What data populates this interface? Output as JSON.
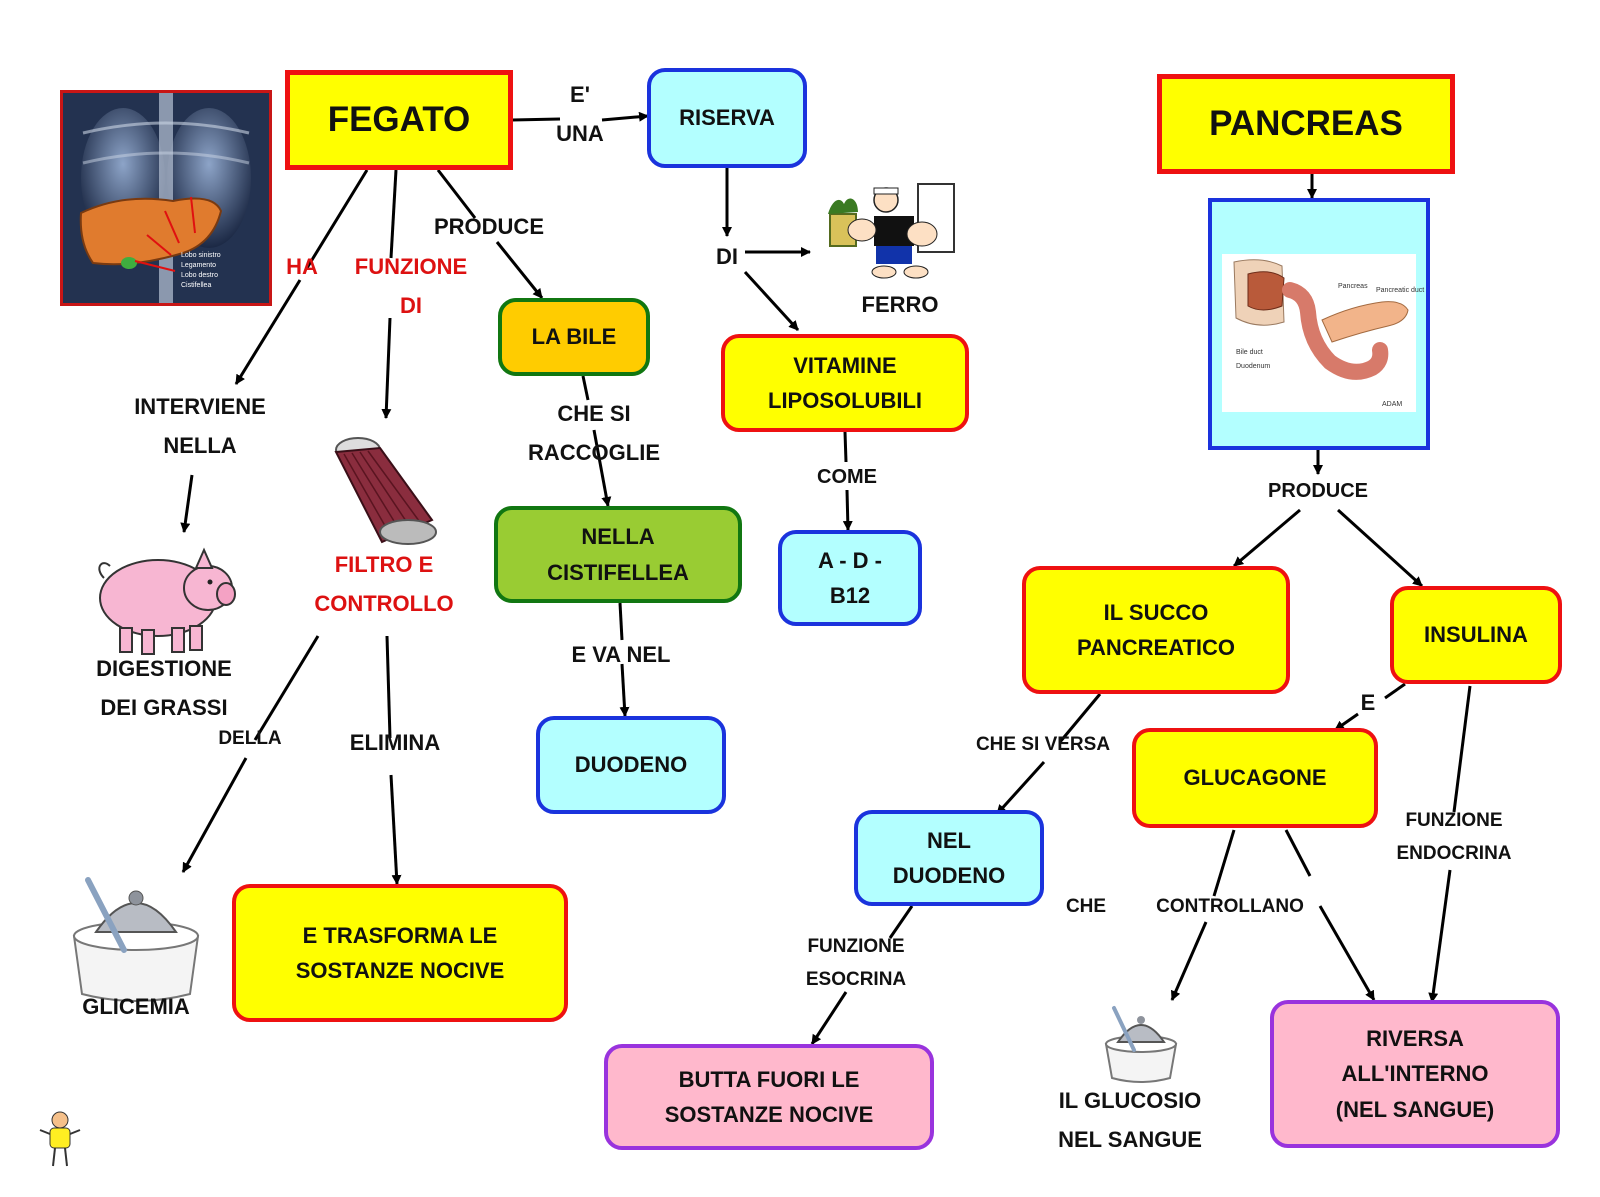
{
  "colors": {
    "yellow": "#ffff00",
    "cyan": "#b3ffff",
    "orange": "#ffcc00",
    "green": "#99cc33",
    "pink": "#ffb8cc",
    "red_border": "#ee1111",
    "blue_border": "#1a33dd",
    "purple_border": "#9933dd",
    "label_red": "#dd1111"
  },
  "liver": {
    "title": "FEGATO",
    "link_e_una": "E'\nUNA",
    "riserva": "RISERVA",
    "link_di": "DI",
    "ferro": "FERRO",
    "vitamine": "VITAMINE\nLIPOSOLUBILI",
    "link_come": "COME",
    "vitamine_list": "A  -  D  -\nB12",
    "link_produce": "PRODUCE",
    "bile": "LA   BILE",
    "link_che_si_raccoglie": "CHE    SI\nRACCOGLIE",
    "cistifellea": "NELLA\nCISTIFELLEA",
    "link_e_va_nel": "E   VA    NEL",
    "duodeno": "DUODENO",
    "link_ha": "HA",
    "link_funzione_di": "FUNZIONE\nDI",
    "filtro": "FILTRO    E\nCONTROLLO",
    "link_interviene": "INTERVIENE\nNELLA",
    "digestione": "DIGESTIONE\nDEI     GRASSI",
    "link_della": "DELLA",
    "glicemia": "GLICEMIA",
    "link_elimina": "ELIMINA",
    "trasforma": "E     TRASFORMA      LE\nSOSTANZE      NOCIVE",
    "xray_labels": [
      "Lobo sinistro",
      "Legamento",
      "Lobo destro",
      "Cistifellea"
    ]
  },
  "pancreas": {
    "title": "PANCREAS",
    "link_produce": "PRODUCE",
    "succo": "IL    SUCCO\nPANCREATICO",
    "insulina": "INSULINA",
    "link_e": "E",
    "glucagone": "GLUCAGONE",
    "link_che_si_versa": "CHE    SI    VERSA",
    "nel_duodeno": "NEL\nDUODENO",
    "link_funzione_esocrina": "FUNZIONE\nESOCRINA",
    "butta_fuori": "BUTTA      FUORI    LE\nSOSTANZE      NOCIVE",
    "link_che": "CHE",
    "link_controllano": "CONTROLLANO",
    "glucosio": "IL     GLUCOSIO\nNEL     SANGUE",
    "link_funzione_endocrina": "FUNZIONE\nENDOCRINA",
    "riversa": "RIVERSA\nALL'INTERNO\n(NEL     SANGUE)",
    "diagram_labels": [
      "Pancreas",
      "Pancreatic duct",
      "Bile duct",
      "Duodenum",
      "ADAM"
    ]
  }
}
